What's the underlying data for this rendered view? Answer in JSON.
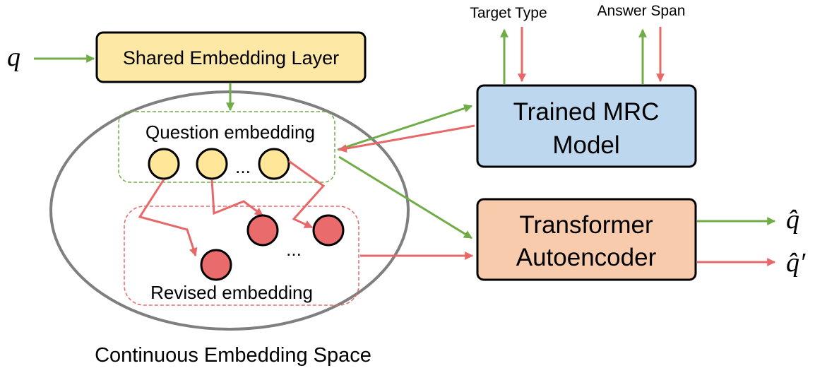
{
  "inputs": {
    "q": "q"
  },
  "shared_layer": {
    "label": "Shared Embedding Layer"
  },
  "space": {
    "caption": "Continuous Embedding Space"
  },
  "question_group": {
    "label": "Question embedding",
    "ellipsis": "..."
  },
  "revised_group": {
    "label": "Revised embedding",
    "ellipsis": "..."
  },
  "mrc": {
    "line1": "Trained MRC",
    "line2": "Model"
  },
  "autoencoder": {
    "line1": "Transformer",
    "line2": "Autoencoder"
  },
  "outputs": {
    "target_type": "Target Type",
    "answer_span": "Answer Span",
    "q_hat": "q̂",
    "q_hat_prime": "q̂′"
  },
  "colors": {
    "forward_arrow": "#70ad47",
    "backward_arrow": "#e8686a",
    "shared_fill": "#fde9a5",
    "mrc_fill": "#bdd7ee",
    "autoencoder_fill": "#f8cbad",
    "question_node": "#ffe699",
    "revised_node": "#ea6b6b",
    "ellipse_stroke": "#7f7f7f"
  }
}
